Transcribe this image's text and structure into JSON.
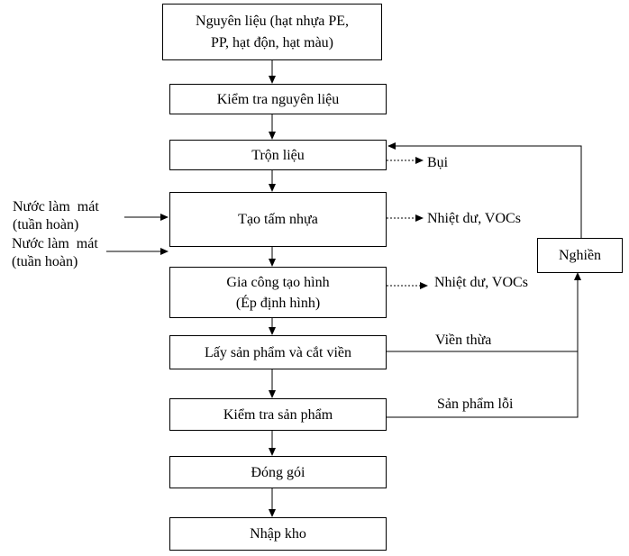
{
  "steps": {
    "raw_material": {
      "line1": "Nguyên liệu (hạt nhựa PE,",
      "line2": "PP, hạt độn, hạt màu)"
    },
    "inspect_material": "Kiểm tra nguyên liệu",
    "mixing": "Trộn liệu",
    "sheet_forming": "Tạo tấm nhựa",
    "shaping": {
      "line1": "Gia công tạo hình",
      "line2": "(Ép định hình)"
    },
    "trimming": "Lấy sản phẩm và cắt viền",
    "inspect_product": "Kiểm tra sản phẩm",
    "packing": "Đóng gói",
    "storage": "Nhập kho"
  },
  "grinding": "Nghiền",
  "emissions": {
    "dust": "Bụi",
    "heat_vocs_1": "Nhiệt dư, VOCs",
    "heat_vocs_2": "Nhiệt dư, VOCs"
  },
  "inputs": {
    "cooling_1": {
      "line1": "Nước làm  mát",
      "line2": "(tuần hoàn)"
    },
    "cooling_2": {
      "line1": "Nước làm  mát",
      "line2": "(tuần hoàn)"
    }
  },
  "returns": {
    "trim_waste": "Viền thừa",
    "defects": "Sản phẩm lỗi"
  }
}
